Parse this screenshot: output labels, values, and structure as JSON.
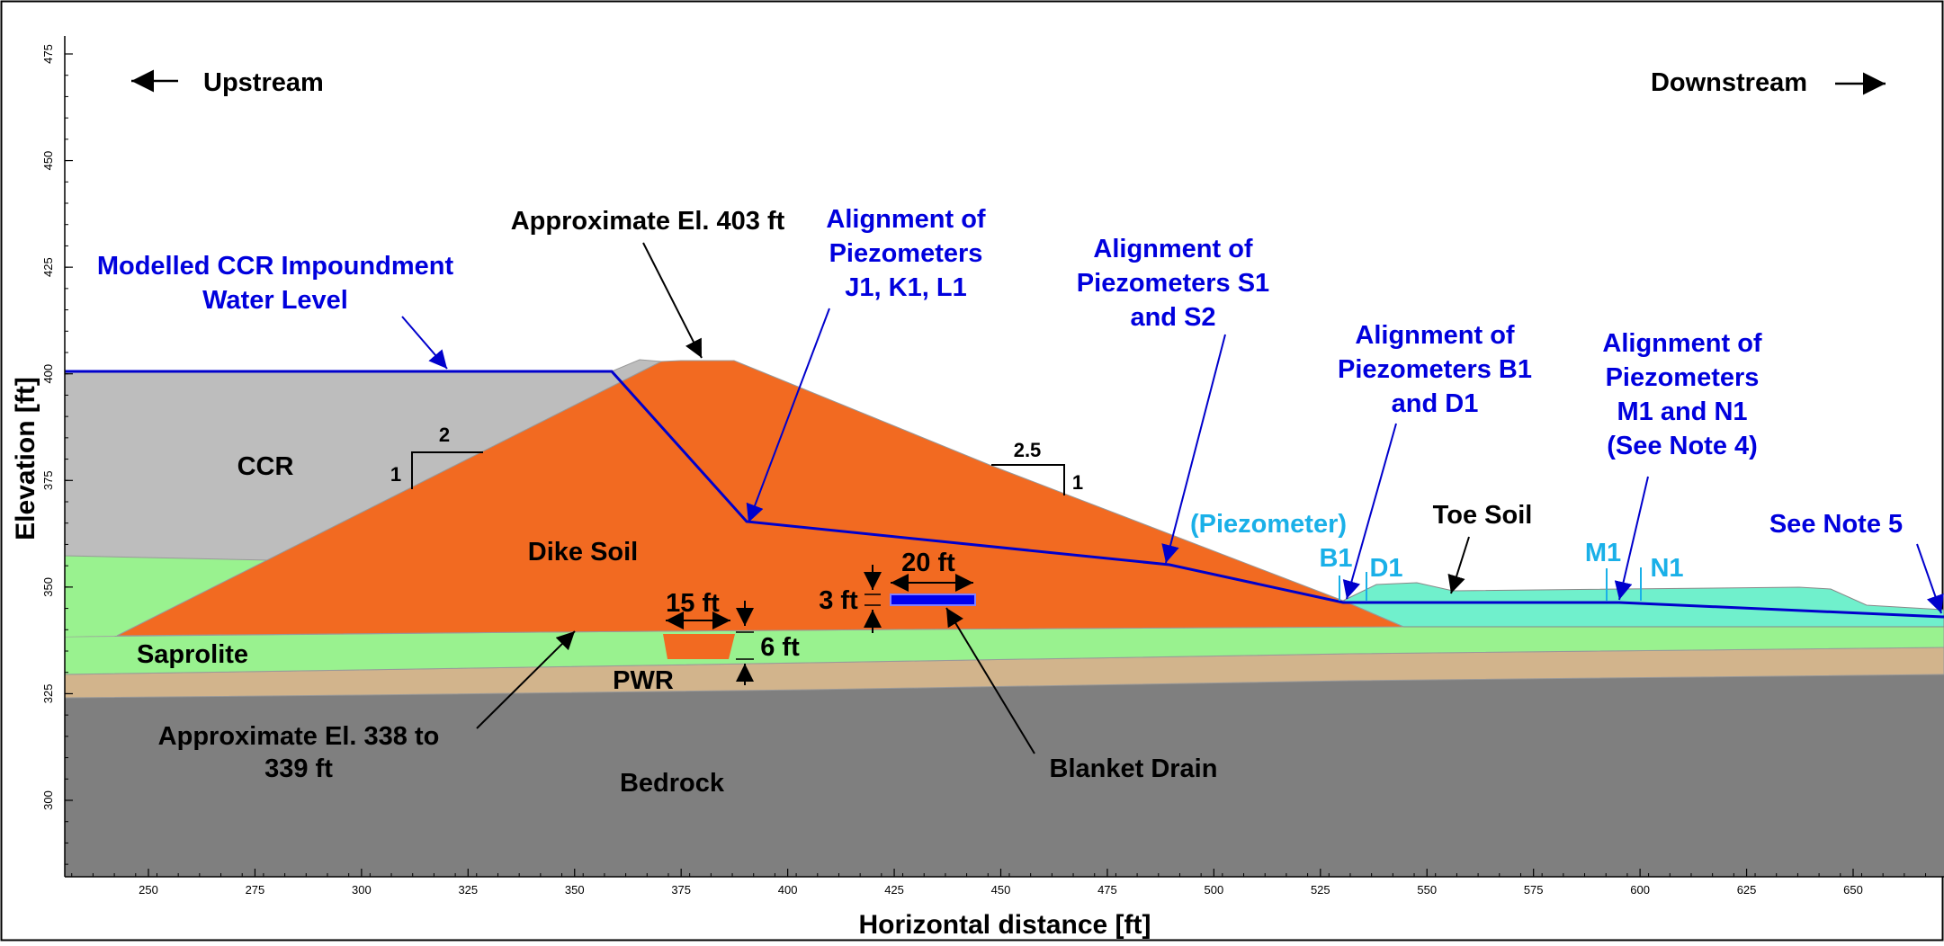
{
  "axes": {
    "x_title": "Horizontal distance [ft]",
    "y_title": "Elevation [ft]",
    "x_ticks": [
      "250",
      "275",
      "300",
      "325",
      "350",
      "375",
      "400",
      "425",
      "450",
      "475",
      "500",
      "525",
      "550",
      "575",
      "600",
      "625",
      "650"
    ],
    "y_ticks": [
      "300",
      "325",
      "350",
      "375",
      "400",
      "425",
      "450",
      "475"
    ]
  },
  "direction": {
    "upstream": "Upstream",
    "downstream": "Downstream"
  },
  "materials": {
    "ccr": "CCR",
    "dike_soil": "Dike Soil",
    "saprolite": "Saprolite",
    "pwr": "PWR",
    "bedrock": "Bedrock",
    "toe_soil": "Toe Soil"
  },
  "callouts": {
    "crest_line1": "Approximate El. 403 ft",
    "water_line1": "Modelled CCR Impoundment",
    "water_line2": "Water Level",
    "jkl_line1": "Alignment of",
    "jkl_line2": "Piezometers",
    "jkl_line3": "J1, K1, L1",
    "s_line1": "Alignment of",
    "s_line2": "Piezometers S1",
    "s_line3": "and S2",
    "bd_line1": "Alignment of",
    "bd_line2": "Piezometers B1",
    "bd_line3": "and D1",
    "mn_line1": "Alignment of",
    "mn_line2": "Piezometers",
    "mn_line3": "M1 and N1",
    "mn_line4": "(See Note 4)",
    "note5": "See Note 5",
    "base_line1": "Approximate El. 338 to",
    "base_line2": "339 ft",
    "blanket_drain": "Blanket Drain",
    "piezometer": "(Piezometer)"
  },
  "piezometers": {
    "b1": "B1",
    "d1": "D1",
    "m1": "M1",
    "n1": "N1"
  },
  "dimensions": {
    "ft15": "15 ft",
    "ft6": "6 ft",
    "ft3": "3 ft",
    "ft20": "20 ft",
    "slope_up_v": "1",
    "slope_up_h": "2",
    "slope_down_h": "2.5",
    "slope_down_v": "1"
  },
  "colors": {
    "ccr": "#bdbdbd",
    "dike_soil": "#f26a21",
    "saprolite": "#99f28f",
    "pwr": "#d2b48c",
    "bedrock": "#7f7f7f",
    "toe_soil": "#70f0cc",
    "water_line": "#0000cc",
    "piezometer_text": "#1ab0e8",
    "callout_blue": "#0000dd"
  }
}
